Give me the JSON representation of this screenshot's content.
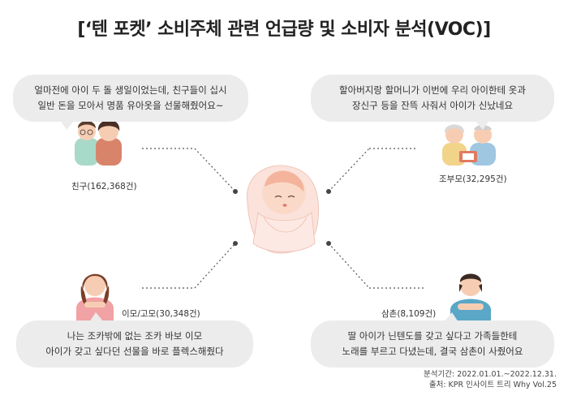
{
  "title": "[‘텐 포켓’ 소비주체 관련 언급량 및 소비자 분석(VOC)]",
  "quotes": {
    "top_left": [
      "얼마전에 아이 두 돌 생일이었는데, 친구들이 십시",
      "일반 돈을 모아서 명품 유아옷을 선물해줬어요~"
    ],
    "top_right": [
      "할아버지랑 할머니가 이번에 우리 아이한테 옷과",
      "장신구 등을 잔뜩 사줘서 아이가 신났네요"
    ],
    "bottom_left": [
      "나는 조카밖에 없는 조카 바보 이모",
      "아이가 갖고 싶다던 선물을 바로 플렉스해줬다"
    ],
    "bottom_right": [
      "딸 아이가 닌텐도를 갖고 싶다고 가족들한테",
      "노래를 부르고 다녔는데, 결국 삼촌이 사줬어요"
    ]
  },
  "captions": {
    "friend": "친구(162,368건)",
    "grandparents": "조부모(32,295건)",
    "aunt": "이모/고모(30,348건)",
    "uncle": "삼촌(8,109건)"
  },
  "footer": {
    "period": "분석기간: 2022.01.01.~2022.12.31.",
    "source": "출처: KPR 인사이트 트리 Why Vol.25"
  },
  "colors": {
    "bubble": "#ececec",
    "dots": "#555555",
    "swaddle": "#fbe3dc"
  }
}
